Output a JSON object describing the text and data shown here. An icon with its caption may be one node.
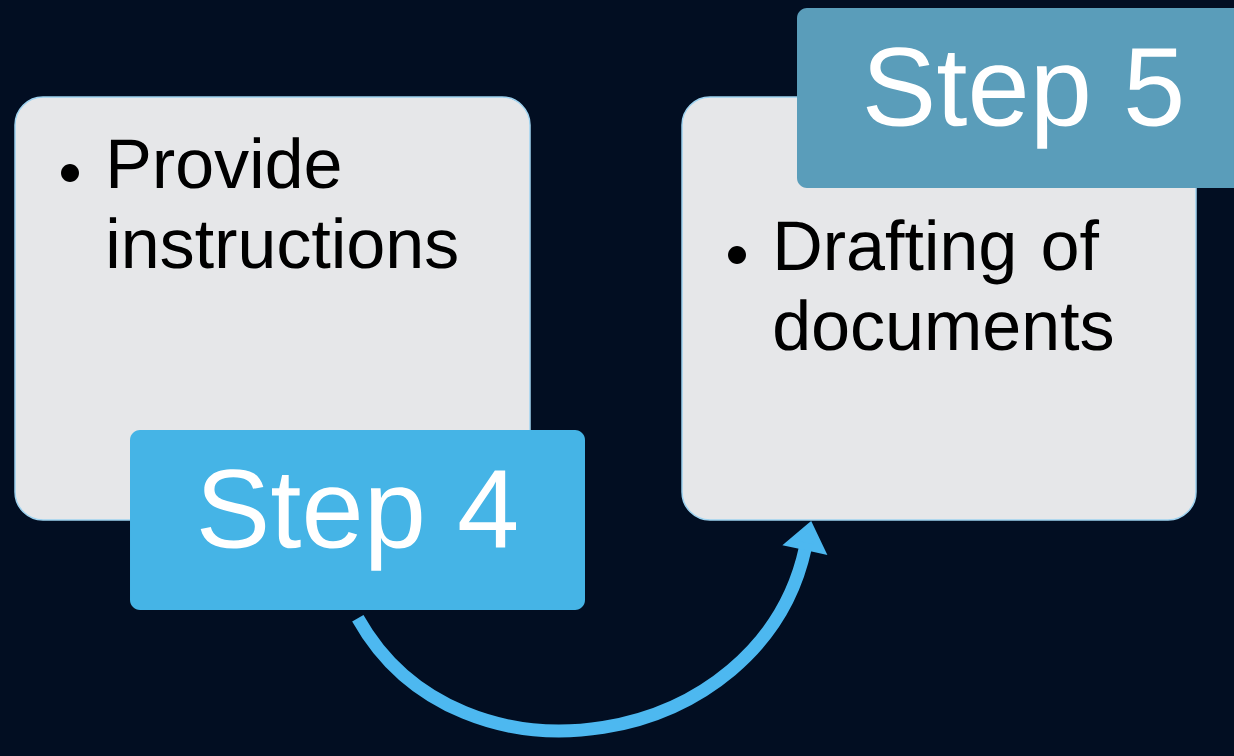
{
  "diagram": {
    "nodes": [
      {
        "text": [
          "Provide instructions"
        ]
      },
      {
        "text": [
          "Step 4"
        ]
      },
      {
        "text": [
          "Drafting of documents"
        ]
      },
      {
        "text": [
          "Step 5"
        ]
      }
    ],
    "edges": [
      {
        "from": 1,
        "to": 2,
        "arrow": "to"
      }
    ]
  }
}
